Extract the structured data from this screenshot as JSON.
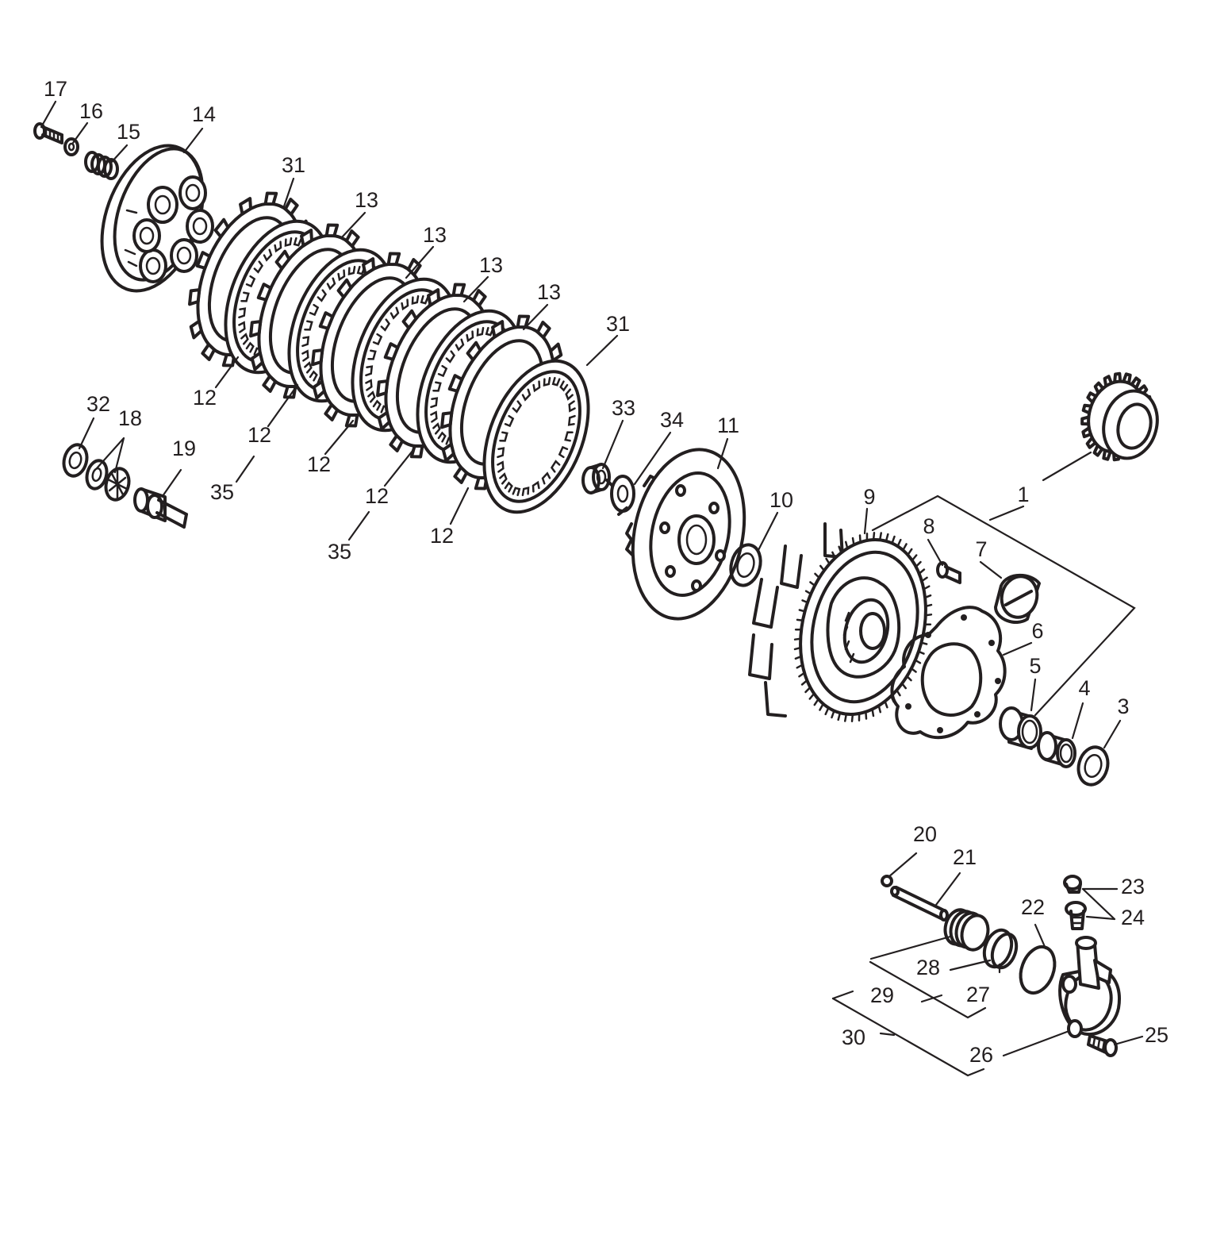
{
  "callouts": [
    {
      "id": "c17",
      "text": "17"
    },
    {
      "id": "c16",
      "text": "16"
    },
    {
      "id": "c15",
      "text": "15"
    },
    {
      "id": "c14",
      "text": "14"
    },
    {
      "id": "c31a",
      "text": "31"
    },
    {
      "id": "c13a",
      "text": "13"
    },
    {
      "id": "c13b",
      "text": "13"
    },
    {
      "id": "c13c",
      "text": "13"
    },
    {
      "id": "c13d",
      "text": "13"
    },
    {
      "id": "c31b",
      "text": "31"
    },
    {
      "id": "c33",
      "text": "33"
    },
    {
      "id": "c34",
      "text": "34"
    },
    {
      "id": "c11",
      "text": "11"
    },
    {
      "id": "c10",
      "text": "10"
    },
    {
      "id": "c9",
      "text": "9"
    },
    {
      "id": "c1",
      "text": "1"
    },
    {
      "id": "c8",
      "text": "8"
    },
    {
      "id": "c7",
      "text": "7"
    },
    {
      "id": "c6",
      "text": "6"
    },
    {
      "id": "c5",
      "text": "5"
    },
    {
      "id": "c4",
      "text": "4"
    },
    {
      "id": "c3",
      "text": "3"
    },
    {
      "id": "c12a",
      "text": "12"
    },
    {
      "id": "c12b",
      "text": "12"
    },
    {
      "id": "c12c",
      "text": "12"
    },
    {
      "id": "c12d",
      "text": "12"
    },
    {
      "id": "c12e",
      "text": "12"
    },
    {
      "id": "c35a",
      "text": "35"
    },
    {
      "id": "c35b",
      "text": "35"
    },
    {
      "id": "c32",
      "text": "32"
    },
    {
      "id": "c18",
      "text": "18"
    },
    {
      "id": "c19",
      "text": "19"
    },
    {
      "id": "c20",
      "text": "20"
    },
    {
      "id": "c21",
      "text": "21"
    },
    {
      "id": "c23",
      "text": "23"
    },
    {
      "id": "c24",
      "text": "24"
    },
    {
      "id": "c22",
      "text": "22"
    },
    {
      "id": "c28",
      "text": "28"
    },
    {
      "id": "c27",
      "text": "27"
    },
    {
      "id": "c29",
      "text": "29"
    },
    {
      "id": "c30",
      "text": "30"
    },
    {
      "id": "c26",
      "text": "26"
    },
    {
      "id": "c25",
      "text": "25"
    }
  ]
}
